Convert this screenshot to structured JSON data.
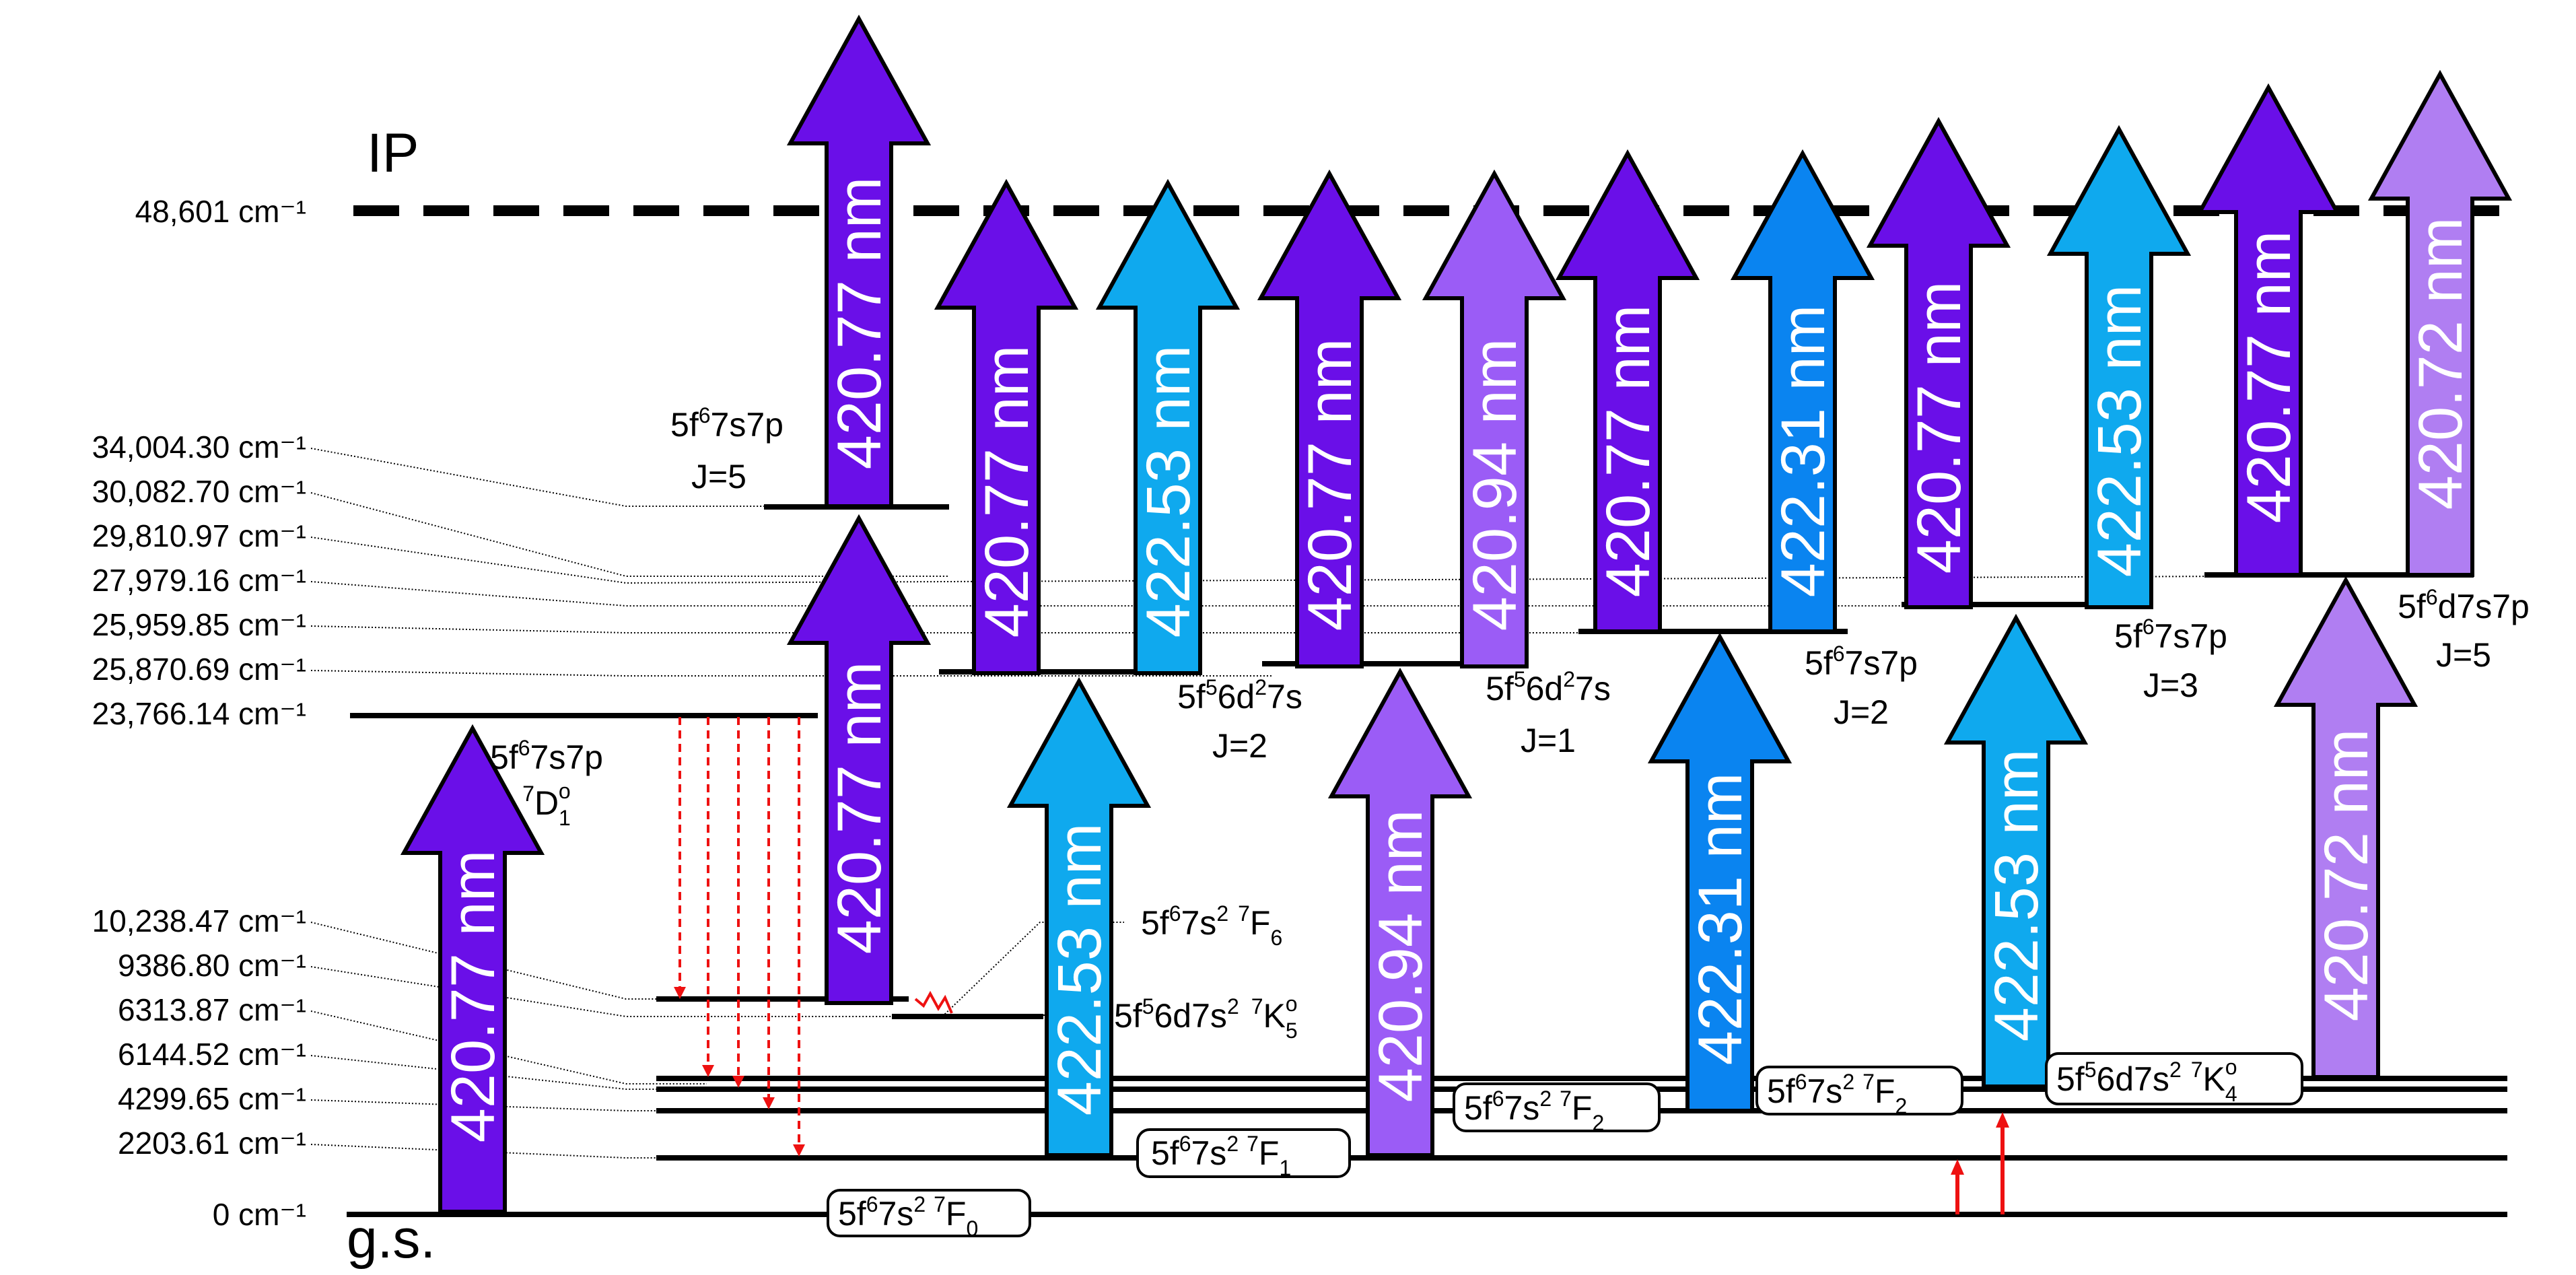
{
  "labels": {
    "ip": "IP",
    "gs": "g.s.",
    "unit": "cm⁻¹",
    "arrow_unit": "nm"
  },
  "colors": {
    "c42077": "#6a0fe8",
    "c42253": "#0fa9ee",
    "c42094": "#9b5cf6",
    "c42231": "#0a84f0",
    "c42072": "#b07ef2",
    "line": "#000000",
    "decay": "#ee1111"
  },
  "energies": [
    "48,601",
    "34,004.30",
    "30,082.70",
    "29,810.97",
    "27,979.16",
    "25,959.85",
    "25,870.69",
    "23,766.14",
    "10,238.47",
    "9386.80",
    "6313.87",
    "6144.52",
    "4299.65",
    "2203.61",
    "0"
  ],
  "state_labels": {
    "s1": {
      "l1": "5f",
      "s1": "6",
      "l2": "7s7p",
      "l3": "J=5"
    },
    "s2": {
      "l1": "5f",
      "s1": "6",
      "l2": "7s7p",
      "p": "7",
      "t": "D",
      "sub": "1",
      "sup": "o"
    },
    "s3": {
      "l1": "5f",
      "s1": "5",
      "l2": "6d",
      "s2": "2",
      "l3": "7s",
      "l4": "J=2"
    },
    "s4": {
      "l1": "5f",
      "s1": "5",
      "l2": "6d",
      "s2": "2",
      "l3": "7s",
      "l4": "J=1"
    },
    "s5": {
      "l1": "5f",
      "s1": "6",
      "l2": "7s7p",
      "l3": "J=2"
    },
    "s6": {
      "l1": "5f",
      "s1": "6",
      "l2": "7s7p",
      "l3": "J=3"
    },
    "s7": {
      "l1": "5f",
      "s1": "6",
      "l2": "d7s7p",
      "l3": "J=5"
    },
    "t1": {
      "l1": "5f",
      "s1": "6",
      "l2": "7s",
      "s2": "2",
      "p": "7",
      "t": "F",
      "sub": "6"
    },
    "t2": {
      "l1": "5f",
      "s1": "5",
      "l2": "6d7s",
      "s2": "2",
      "p": "7",
      "t": "K",
      "sub": "5",
      "sup": "o"
    },
    "b0": {
      "l1": "5f",
      "s1": "6",
      "l2": "7s",
      "s2": "2",
      "p": "7",
      "t": "F",
      "sub": "0"
    },
    "b1": {
      "l1": "5f",
      "s1": "6",
      "l2": "7s",
      "s2": "2",
      "p": "7",
      "t": "F",
      "sub": "1"
    },
    "b2": {
      "l1": "5f",
      "s1": "6",
      "l2": "7s",
      "s2": "2",
      "p": "7",
      "t": "F",
      "sub": "2"
    },
    "b3": {
      "l1": "5f",
      "s1": "6",
      "l2": "7s",
      "s2": "2",
      "p": "7",
      "t": "F",
      "sub": "2"
    },
    "b4": {
      "l1": "5f",
      "s1": "5",
      "l2": "6d7s",
      "s2": "2",
      "p": "7",
      "t": "K",
      "sub": "4",
      "sup": "o"
    }
  },
  "arrows": [
    {
      "wl": "420.77",
      "color": "#6a0fe8"
    },
    {
      "wl": "420.77",
      "color": "#6a0fe8"
    },
    {
      "wl": "420.77",
      "color": "#6a0fe8"
    },
    {
      "wl": "422.53",
      "color": "#0fa9ee"
    },
    {
      "wl": "420.77",
      "color": "#6a0fe8"
    },
    {
      "wl": "422.53",
      "color": "#0fa9ee"
    },
    {
      "wl": "420.94",
      "color": "#9b5cf6"
    },
    {
      "wl": "420.77",
      "color": "#6a0fe8"
    },
    {
      "wl": "420.94",
      "color": "#9b5cf6"
    },
    {
      "wl": "422.31",
      "color": "#0a84f0"
    },
    {
      "wl": "420.77",
      "color": "#6a0fe8"
    },
    {
      "wl": "422.31",
      "color": "#0a84f0"
    },
    {
      "wl": "422.53",
      "color": "#0fa9ee"
    },
    {
      "wl": "420.77",
      "color": "#6a0fe8"
    },
    {
      "wl": "422.53",
      "color": "#0fa9ee"
    },
    {
      "wl": "420.77",
      "color": "#6a0fe8"
    },
    {
      "wl": "420.72",
      "color": "#b07ef2"
    },
    {
      "wl": "420.72",
      "color": "#b07ef2"
    }
  ]
}
